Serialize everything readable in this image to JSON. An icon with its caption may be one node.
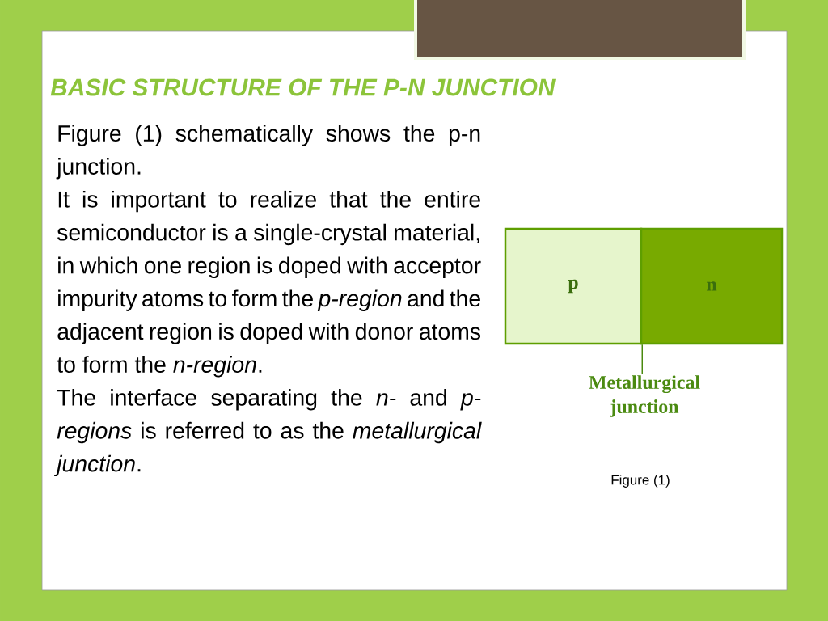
{
  "diagram": {
    "title": "BASIC STRUCTURE OF THE P-N JUNCTION",
    "caption": "Figure (1)",
    "nodes": [
      {
        "text": [
          "p"
        ]
      },
      {
        "text": [
          "n"
        ]
      },
      {
        "text": [
          "Metallurgical junction"
        ]
      }
    ],
    "edges": [
      {
        "from": 2,
        "to": 0,
        "arrow": "none"
      }
    ],
    "labels": [
      "Figure (1) schematically shows the p-n junction.",
      "It is important to realize that the entire semiconductor is a single-crystal material, in which one region is doped with acceptor impurity atoms to form the *p-region* and the adjacent region is doped with donor atoms to form the *n-region*.",
      "The interface separating the *n-* and *p- regions* is referred to as the *metallurgical junction*."
    ]
  }
}
